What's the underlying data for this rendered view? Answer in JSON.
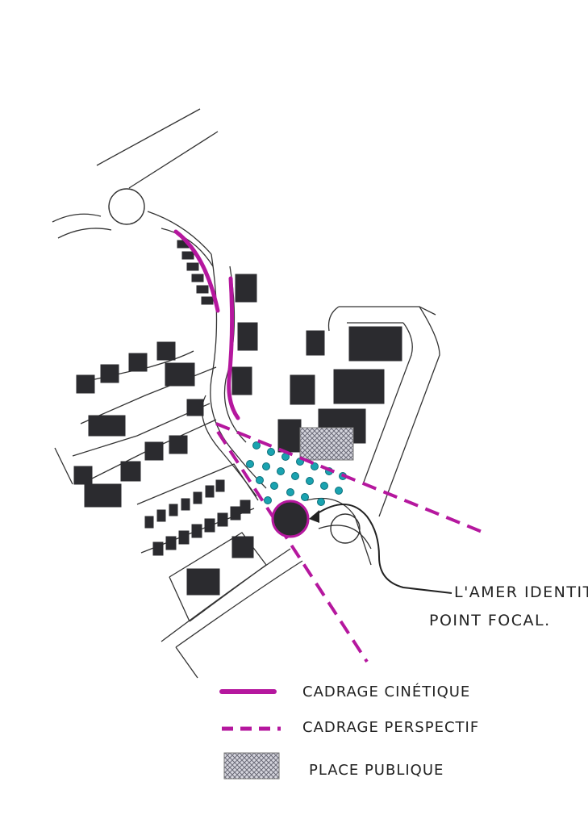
{
  "annotation": {
    "line1": "L'AMER IDENTITAIRE",
    "line2": "POINT FOCAL."
  },
  "legend": [
    {
      "key": "kinetic",
      "label": "CADRAGE CINÉTIQUE",
      "style": "solid",
      "color": "#b5179e"
    },
    {
      "key": "perspective",
      "label": "CADRAGE PERSPECTIF",
      "style": "dashed",
      "color": "#b5179e"
    },
    {
      "key": "plaza",
      "label": "PLACE PUBLIQUE",
      "style": "crosshatch",
      "color": "#9a9aa8"
    }
  ],
  "colors": {
    "magenta": "#b5179e",
    "building": "#2b2b2f",
    "tree": "#1aa3b0",
    "road": "#333333"
  }
}
